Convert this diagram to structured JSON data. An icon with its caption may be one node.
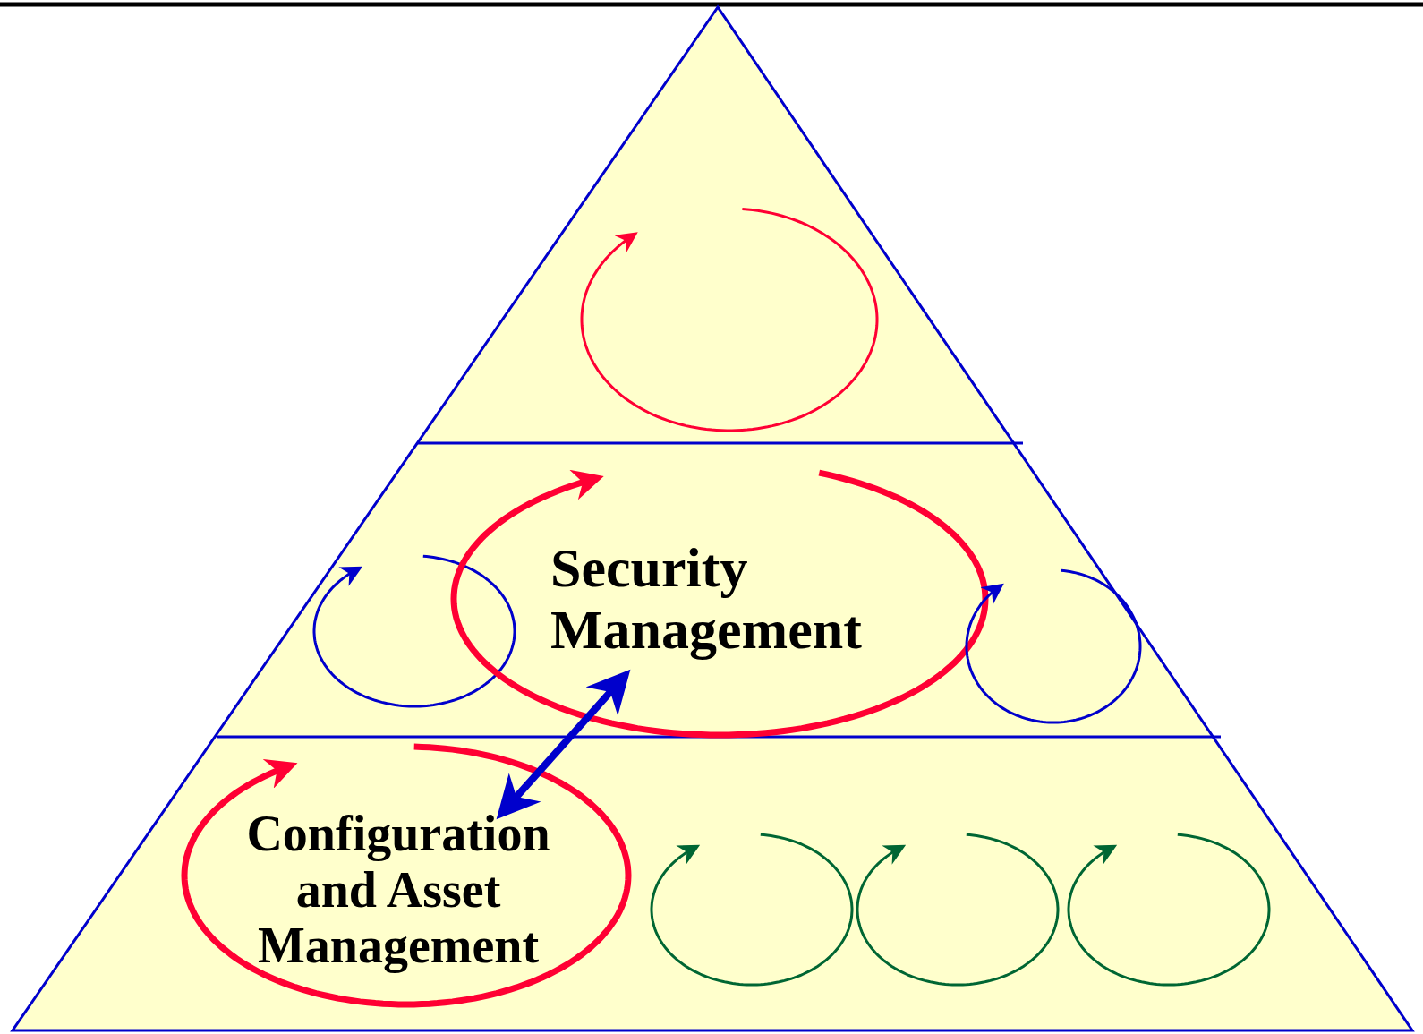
{
  "diagram": {
    "nodes": [
      {
        "text": [],
        "shape": "circle"
      },
      {
        "text": [],
        "shape": "circle"
      },
      {
        "text": [
          "Security Management"
        ]
      },
      {
        "text": [],
        "shape": "circle"
      },
      {
        "text": [
          "Configuration and Asset Management"
        ]
      },
      {
        "text": [],
        "shape": "circle"
      },
      {
        "text": [],
        "shape": "circle"
      },
      {
        "text": [],
        "shape": "circle"
      }
    ],
    "edges": [
      {
        "from": 4,
        "to": 2,
        "arrow": "both"
      }
    ]
  }
}
